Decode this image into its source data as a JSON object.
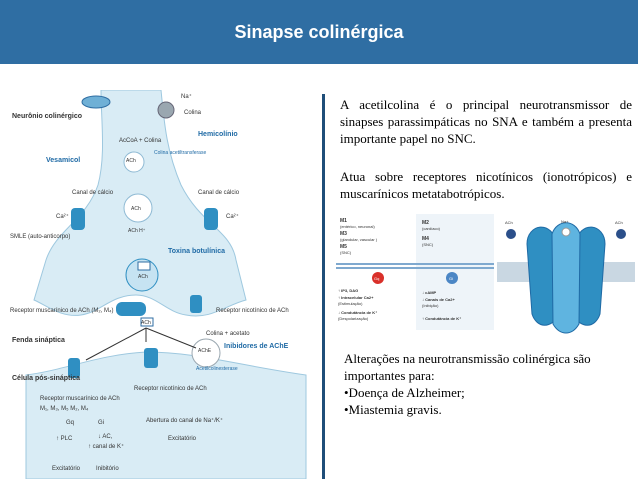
{
  "slide": {
    "title": "Sinapse colinérgica"
  },
  "text": {
    "paragraph1": "A acetilcolina é o principal neurotransmissor de sinapses parassimpáticas no SNA e também a presenta importante papel no SNC.",
    "paragraph2": "Atua sobre receptores nicotínicos (ionotrópicos) e muscarínicos metatabotrópicos.",
    "paragraph3_intro": "Alterações na neurotransmissão colinérgica são importantes para:",
    "bullets": [
      "•Doença de Alzheimer;",
      "•Miastemia gravis."
    ]
  },
  "synapse_diagram": {
    "na": "Na⁺",
    "colina_top": "Colina",
    "neuronio": "Neurônio colinérgico",
    "acetilcoa": "AcCoA + Colina",
    "colina_acetil": "Colina acetiltransferase",
    "hemicolinio": "Hemicolínio",
    "vesamicol": "Vesamicol",
    "ach1": "ACh",
    "ach2": "ACh",
    "achh": "ACh H⁺",
    "canal_left": "Canal de cálcio",
    "canal_right": "Canal de cálcio",
    "ca_left": "Ca²⁺",
    "ca_right": "Ca²⁺",
    "smle": "SMLE (auto-anticorpo)",
    "toxina": "Toxina botulínica",
    "ach3": "ACh",
    "ach4": "ACh",
    "receptor_musc": "Receptor muscarínico de ACh (M₂, M₄)",
    "receptor_nic": "Receptor nicotínico de ACh",
    "fenda": "Fenda sináptica",
    "colina_acetato": "Colina + acetato",
    "ache": "AChE",
    "inibidores": "Inibidores de AChE",
    "acetilcol": "Acetilcolinesterase",
    "celula": "Célula pós-sináptica",
    "receptor_musc2": "Receptor muscarínico de ACh",
    "m_list": "M₁, M₃, M₅  M₂, M₄",
    "gq": "Gq",
    "gi": "Gi",
    "plc": "↑ PLC",
    "ac": "↓ AC,",
    "canal_k": "↑ canal de K⁺",
    "excitatorio": "Excitatório",
    "inibitorio": "Inibitório",
    "receptor_nic2": "Receptor nicotínico de ACh",
    "abertura": "Abertura do canal de Na⁺/K⁺",
    "excitatorio2": "Excitatório"
  },
  "muscarinic_figure": {
    "m1": "M1",
    "m1_sub": "(entérico, neuronal)",
    "m3": "M3",
    "m3_sub": "(glandular, vascular )",
    "m5": "M5",
    "m5_sub": "(SNC)",
    "m2": "M2",
    "m2_sub": "(cardíaco)",
    "m4": "M4",
    "m4_sub": "(SNC)",
    "gq": "Gq",
    "gi": "Gi",
    "l1": "↑ IP3, DAG",
    "l2": "↑ Intracelular Ca2+",
    "l3": "(Estimulação)",
    "l4": "↓ Condutância de K⁺",
    "l5": "(Despolarização)",
    "r1": "↓ cAMP",
    "r2": "↓ Canais de Ca2+",
    "r3": "(Inibição)",
    "r4": "↑ Condutância de K⁺"
  },
  "nicotinic_figure": {
    "na": "Na+",
    "ach_left": "ACh",
    "ach_right": "ACh"
  },
  "colors": {
    "banner": "#2f6ea3",
    "cell": "#d9ecf5",
    "receptor": "#2f8fc2",
    "label_blue": "#1f6aa5"
  }
}
